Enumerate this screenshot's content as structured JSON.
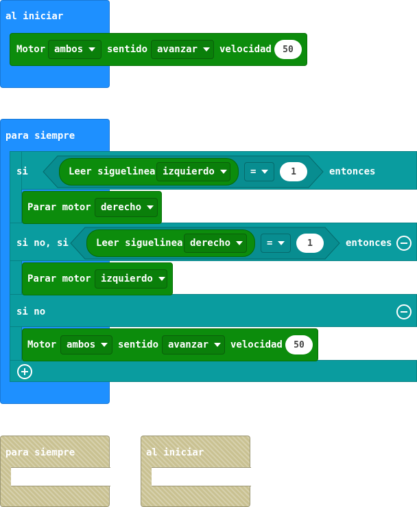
{
  "on_start": {
    "hat_label": "al iniciar",
    "motor": {
      "label": "Motor",
      "motor_value": "ambos",
      "direction_label": "sentido",
      "direction_value": "avanzar",
      "speed_label": "velocidad",
      "speed_value": "50"
    }
  },
  "forever": {
    "hat_label": "para siempre",
    "if_block": {
      "if_label": "si",
      "cond1": {
        "read_label": "Leer siguelinea",
        "side_value": "izquierdo",
        "op_value": "=",
        "compare_value": "1"
      },
      "then_label": "entonces",
      "stop1": {
        "label": "Parar motor",
        "motor_value": "derecho"
      },
      "else_if_label": "si no, si",
      "cond2": {
        "read_label": "Leer siguelinea",
        "side_value": "derecho",
        "op_value": "=",
        "compare_value": "1"
      },
      "then2_label": "entonces",
      "stop2": {
        "label": "Parar motor",
        "motor_value": "izquierdo"
      },
      "else_label": "si no",
      "motor": {
        "label": "Motor",
        "motor_value": "ambos",
        "direction_label": "sentido",
        "direction_value": "avanzar",
        "speed_label": "velocidad",
        "speed_value": "50"
      }
    }
  },
  "disabled_blocks": {
    "forever_label": "para siempre",
    "on_start_label": "al iniciar"
  }
}
